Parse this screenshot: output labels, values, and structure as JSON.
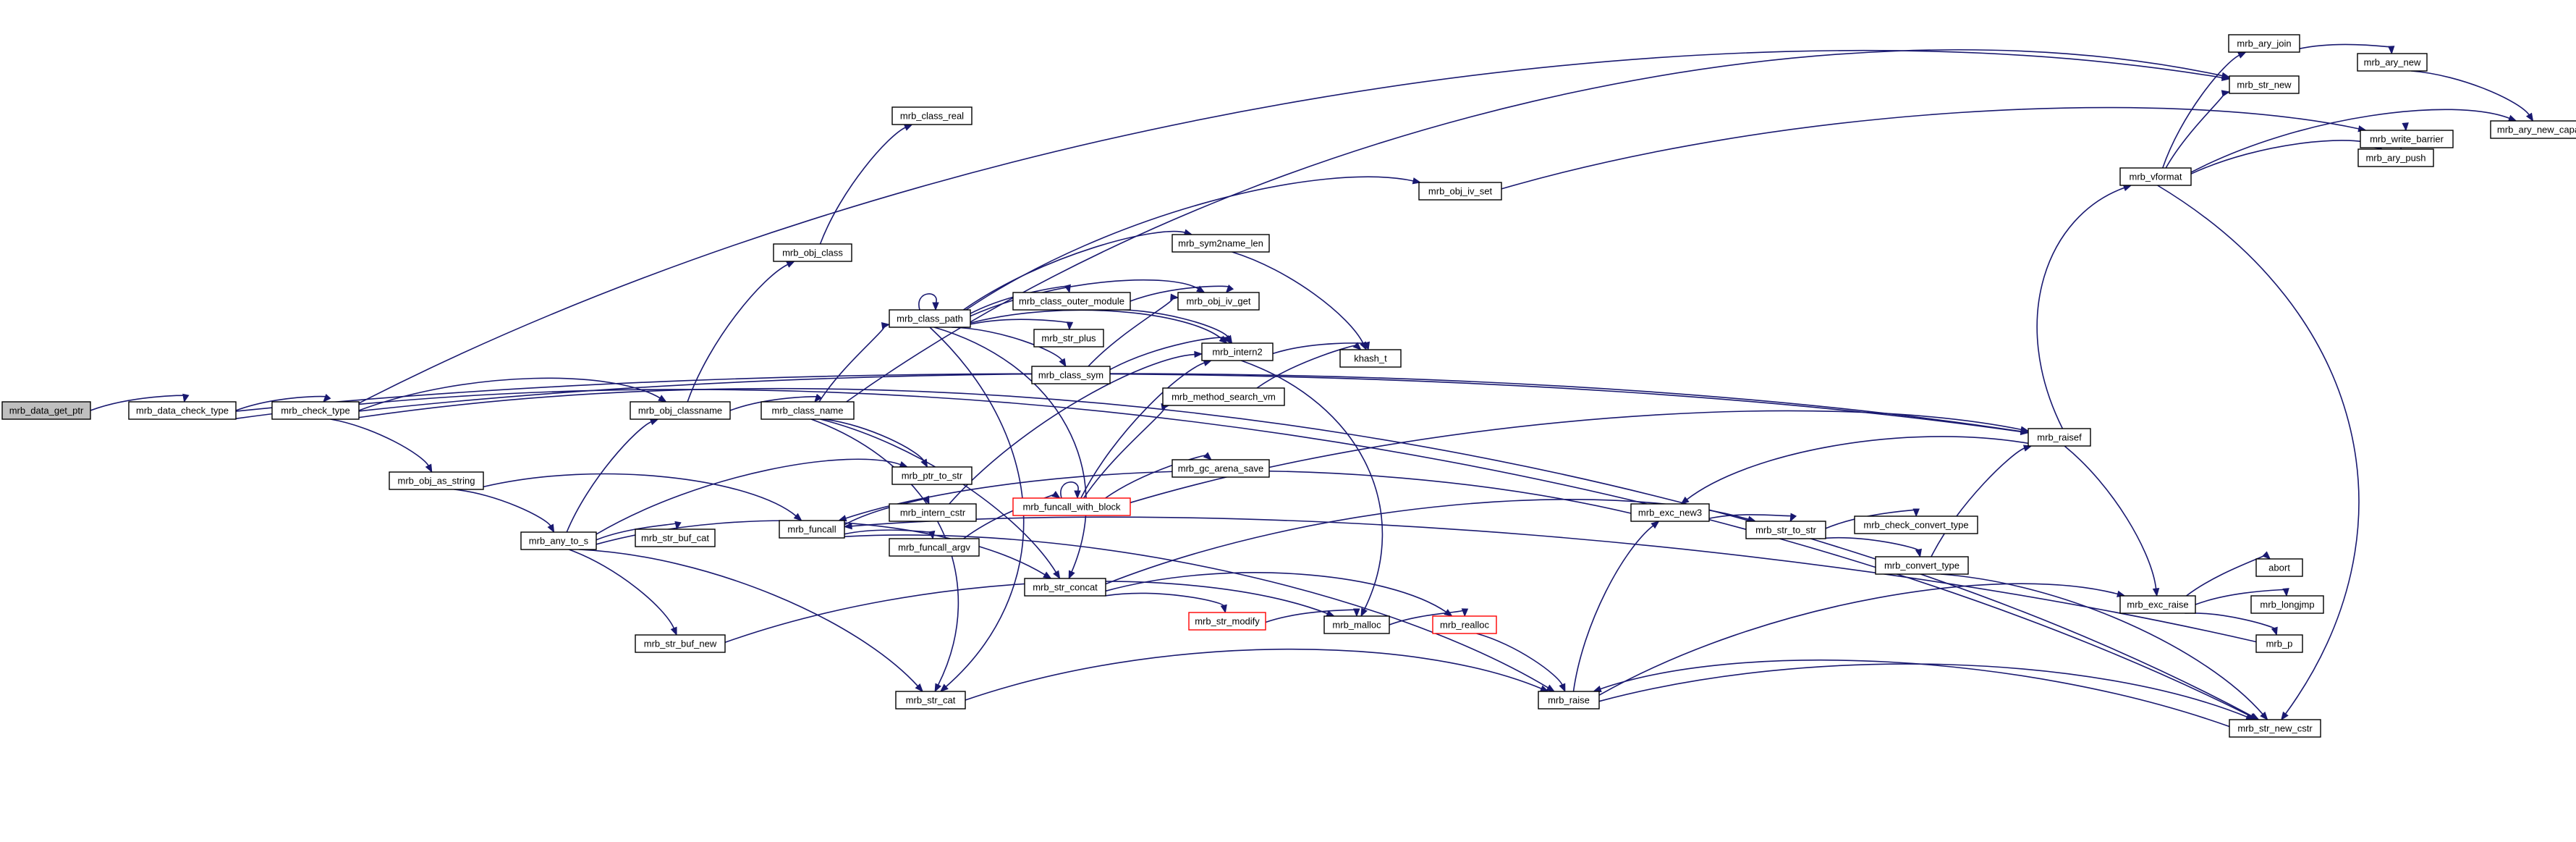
{
  "graph_nodes": [
    {
      "id": "mrb_data_get_ptr",
      "label": "mrb_data_get_ptr",
      "style": "root"
    },
    {
      "id": "mrb_data_check_type",
      "label": "mrb_data_check_type"
    },
    {
      "id": "mrb_check_type",
      "label": "mrb_check_type"
    },
    {
      "id": "mrb_obj_classname",
      "label": "mrb_obj_classname"
    },
    {
      "id": "mrb_obj_class",
      "label": "mrb_obj_class"
    },
    {
      "id": "mrb_class_real",
      "label": "mrb_class_real"
    },
    {
      "id": "mrb_class_name",
      "label": "mrb_class_name"
    },
    {
      "id": "mrb_class_path",
      "label": "mrb_class_path"
    },
    {
      "id": "mrb_class_outer_module",
      "label": "mrb_class_outer_module"
    },
    {
      "id": "mrb_str_plus",
      "label": "mrb_str_plus"
    },
    {
      "id": "mrb_class_sym",
      "label": "mrb_class_sym"
    },
    {
      "id": "mrb_sym2name_len",
      "label": "mrb_sym2name_len"
    },
    {
      "id": "mrb_obj_iv_get",
      "label": "mrb_obj_iv_get"
    },
    {
      "id": "mrb_intern2",
      "label": "mrb_intern2"
    },
    {
      "id": "khash_t",
      "label": "khash_t"
    },
    {
      "id": "mrb_method_search_vm",
      "label": "mrb_method_search_vm"
    },
    {
      "id": "mrb_obj_iv_set",
      "label": "mrb_obj_iv_set"
    },
    {
      "id": "mrb_ptr_to_str",
      "label": "mrb_ptr_to_str"
    },
    {
      "id": "mrb_intern_cstr",
      "label": "mrb_intern_cstr"
    },
    {
      "id": "mrb_funcall_argv",
      "label": "mrb_funcall_argv"
    },
    {
      "id": "mrb_funcall_with_block",
      "label": "mrb_funcall_with_block",
      "style": "red"
    },
    {
      "id": "mrb_gc_arena_save",
      "label": "mrb_gc_arena_save"
    },
    {
      "id": "mrb_obj_as_string",
      "label": "mrb_obj_as_string"
    },
    {
      "id": "mrb_any_to_s",
      "label": "mrb_any_to_s"
    },
    {
      "id": "mrb_str_buf_cat",
      "label": "mrb_str_buf_cat"
    },
    {
      "id": "mrb_funcall",
      "label": "mrb_funcall"
    },
    {
      "id": "mrb_str_concat",
      "label": "mrb_str_concat"
    },
    {
      "id": "mrb_str_modify",
      "label": "mrb_str_modify",
      "style": "red"
    },
    {
      "id": "mrb_malloc",
      "label": "mrb_malloc"
    },
    {
      "id": "mrb_realloc",
      "label": "mrb_realloc",
      "style": "red"
    },
    {
      "id": "mrb_str_buf_new",
      "label": "mrb_str_buf_new"
    },
    {
      "id": "mrb_str_cat",
      "label": "mrb_str_cat"
    },
    {
      "id": "mrb_raise",
      "label": "mrb_raise"
    },
    {
      "id": "mrb_exc_new3",
      "label": "mrb_exc_new3"
    },
    {
      "id": "mrb_str_to_str",
      "label": "mrb_str_to_str"
    },
    {
      "id": "mrb_check_convert_type",
      "label": "mrb_check_convert_type"
    },
    {
      "id": "mrb_convert_type",
      "label": "mrb_convert_type"
    },
    {
      "id": "mrb_raisef",
      "label": "mrb_raisef"
    },
    {
      "id": "mrb_vformat",
      "label": "mrb_vformat"
    },
    {
      "id": "mrb_ary_join",
      "label": "mrb_ary_join"
    },
    {
      "id": "mrb_ary_new",
      "label": "mrb_ary_new"
    },
    {
      "id": "mrb_ary_new_capa",
      "label": "mrb_ary_new_capa"
    },
    {
      "id": "mrb_str_new",
      "label": "mrb_str_new"
    },
    {
      "id": "mrb_write_barrier",
      "label": "mrb_write_barrier"
    },
    {
      "id": "mrb_ary_push",
      "label": "mrb_ary_push"
    },
    {
      "id": "mrb_exc_raise",
      "label": "mrb_exc_raise"
    },
    {
      "id": "abort",
      "label": "abort"
    },
    {
      "id": "mrb_longjmp",
      "label": "mrb_longjmp"
    },
    {
      "id": "mrb_p",
      "label": "mrb_p"
    },
    {
      "id": "mrb_str_new_cstr",
      "label": "mrb_str_new_cstr"
    }
  ],
  "graph_edges": [
    [
      "mrb_data_get_ptr",
      "mrb_data_check_type"
    ],
    [
      "mrb_data_check_type",
      "mrb_check_type"
    ],
    [
      "mrb_data_check_type",
      "mrb_raisef"
    ],
    [
      "mrb_data_check_type",
      "mrb_str_new_cstr"
    ],
    [
      "mrb_check_type",
      "mrb_obj_classname"
    ],
    [
      "mrb_check_type",
      "mrb_obj_as_string"
    ],
    [
      "mrb_check_type",
      "mrb_raisef"
    ],
    [
      "mrb_check_type",
      "mrb_str_new_cstr"
    ],
    [
      "mrb_check_type",
      "mrb_str_new"
    ],
    [
      "mrb_obj_classname",
      "mrb_obj_class"
    ],
    [
      "mrb_obj_classname",
      "mrb_class_name"
    ],
    [
      "mrb_obj_class",
      "mrb_class_real"
    ],
    [
      "mrb_class_name",
      "mrb_class_path"
    ],
    [
      "mrb_class_name",
      "mrb_ptr_to_str"
    ],
    [
      "mrb_class_name",
      "mrb_str_concat"
    ],
    [
      "mrb_class_name",
      "mrb_str_cat"
    ],
    [
      "mrb_class_name",
      "mrb_str_new"
    ],
    [
      "mrb_class_path",
      "mrb_class_path"
    ],
    [
      "mrb_class_path",
      "mrb_class_outer_module"
    ],
    [
      "mrb_class_path",
      "mrb_str_plus"
    ],
    [
      "mrb_class_path",
      "mrb_class_sym"
    ],
    [
      "mrb_class_path",
      "mrb_sym2name_len"
    ],
    [
      "mrb_class_path",
      "mrb_obj_iv_get"
    ],
    [
      "mrb_class_path",
      "mrb_intern2"
    ],
    [
      "mrb_class_path",
      "mrb_obj_iv_set"
    ],
    [
      "mrb_class_path",
      "mrb_str_concat"
    ],
    [
      "mrb_class_path",
      "mrb_str_cat"
    ],
    [
      "mrb_class_outer_module",
      "mrb_obj_iv_get"
    ],
    [
      "mrb_class_outer_module",
      "mrb_intern2"
    ],
    [
      "mrb_class_sym",
      "mrb_obj_iv_get"
    ],
    [
      "mrb_class_sym",
      "mrb_intern2"
    ],
    [
      "mrb_sym2name_len",
      "khash_t"
    ],
    [
      "mrb_intern2",
      "khash_t"
    ],
    [
      "mrb_intern2",
      "mrb_malloc"
    ],
    [
      "mrb_method_search_vm",
      "khash_t"
    ],
    [
      "mrb_obj_iv_set",
      "mrb_write_barrier"
    ],
    [
      "mrb_intern_cstr",
      "mrb_intern2"
    ],
    [
      "mrb_funcall_argv",
      "mrb_funcall_with_block"
    ],
    [
      "mrb_funcall_with_block",
      "mrb_funcall_with_block"
    ],
    [
      "mrb_funcall_with_block",
      "mrb_method_search_vm"
    ],
    [
      "mrb_funcall_with_block",
      "mrb_gc_arena_save"
    ],
    [
      "mrb_funcall_with_block",
      "mrb_intern2"
    ],
    [
      "mrb_funcall_with_block",
      "mrb_raisef"
    ],
    [
      "mrb_obj_as_string",
      "mrb_any_to_s"
    ],
    [
      "mrb_obj_as_string",
      "mrb_funcall"
    ],
    [
      "mrb_any_to_s",
      "mrb_obj_classname"
    ],
    [
      "mrb_any_to_s",
      "mrb_str_buf_cat"
    ],
    [
      "mrb_any_to_s",
      "mrb_ptr_to_str"
    ],
    [
      "mrb_any_to_s",
      "mrb_str_buf_new"
    ],
    [
      "mrb_any_to_s",
      "mrb_str_concat"
    ],
    [
      "mrb_any_to_s",
      "mrb_str_cat"
    ],
    [
      "mrb_funcall",
      "mrb_intern_cstr"
    ],
    [
      "mrb_funcall",
      "mrb_funcall_argv"
    ],
    [
      "mrb_funcall",
      "mrb_raise"
    ],
    [
      "mrb_str_concat",
      "mrb_str_to_str"
    ],
    [
      "mrb_str_concat",
      "mrb_str_modify"
    ],
    [
      "mrb_str_concat",
      "mrb_realloc"
    ],
    [
      "mrb_str_modify",
      "mrb_malloc"
    ],
    [
      "mrb_malloc",
      "mrb_realloc"
    ],
    [
      "mrb_realloc",
      "mrb_raise"
    ],
    [
      "mrb_str_buf_new",
      "mrb_malloc"
    ],
    [
      "mrb_str_cat",
      "mrb_raise"
    ],
    [
      "mrb_raise",
      "mrb_exc_new3"
    ],
    [
      "mrb_raise",
      "mrb_exc_raise"
    ],
    [
      "mrb_raise",
      "mrb_str_new_cstr"
    ],
    [
      "mrb_exc_new3",
      "mrb_funcall"
    ],
    [
      "mrb_exc_new3",
      "mrb_str_to_str"
    ],
    [
      "mrb_str_to_str",
      "mrb_check_convert_type"
    ],
    [
      "mrb_str_to_str",
      "mrb_convert_type"
    ],
    [
      "mrb_convert_type",
      "mrb_raisef"
    ],
    [
      "mrb_convert_type",
      "mrb_str_new_cstr"
    ],
    [
      "mrb_raisef",
      "mrb_exc_new3"
    ],
    [
      "mrb_raisef",
      "mrb_exc_raise"
    ],
    [
      "mrb_raisef",
      "mrb_vformat"
    ],
    [
      "mrb_vformat",
      "mrb_ary_join"
    ],
    [
      "mrb_vformat",
      "mrb_str_new"
    ],
    [
      "mrb_vformat",
      "mrb_ary_push"
    ],
    [
      "mrb_vformat",
      "mrb_ary_new_capa"
    ],
    [
      "mrb_vformat",
      "mrb_str_new_cstr"
    ],
    [
      "mrb_ary_join",
      "mrb_ary_new"
    ],
    [
      "mrb_ary_new",
      "mrb_ary_new_capa"
    ],
    [
      "mrb_ary_push",
      "mrb_write_barrier"
    ],
    [
      "mrb_exc_raise",
      "abort"
    ],
    [
      "mrb_exc_raise",
      "mrb_longjmp"
    ],
    [
      "mrb_exc_raise",
      "mrb_p"
    ],
    [
      "mrb_p",
      "mrb_funcall"
    ],
    [
      "mrb_str_new_cstr",
      "mrb_raise"
    ]
  ],
  "colors": {
    "edge": "#191970",
    "node_border": "#000000",
    "highlight_border": "#ff0000",
    "root_fill": "#bfbfbf"
  }
}
